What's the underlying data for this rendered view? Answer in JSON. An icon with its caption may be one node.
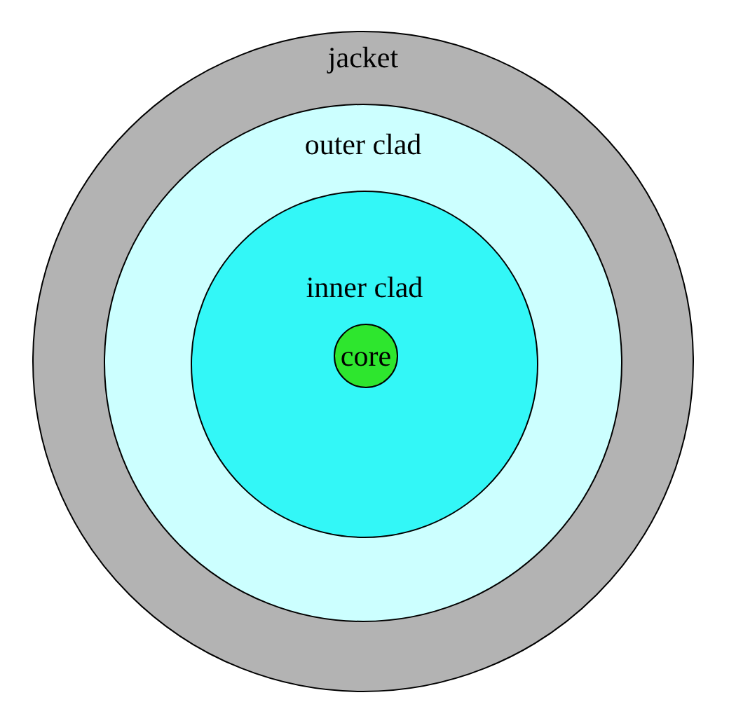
{
  "diagram": {
    "nodes": [
      {
        "text": [
          "jacket"
        ]
      },
      {
        "text": [
          "outer clad"
        ],
        "in": 0
      },
      {
        "text": [
          "inner clad"
        ],
        "in": 1
      },
      {
        "text": [
          "core"
        ],
        "in": 2
      }
    ]
  }
}
